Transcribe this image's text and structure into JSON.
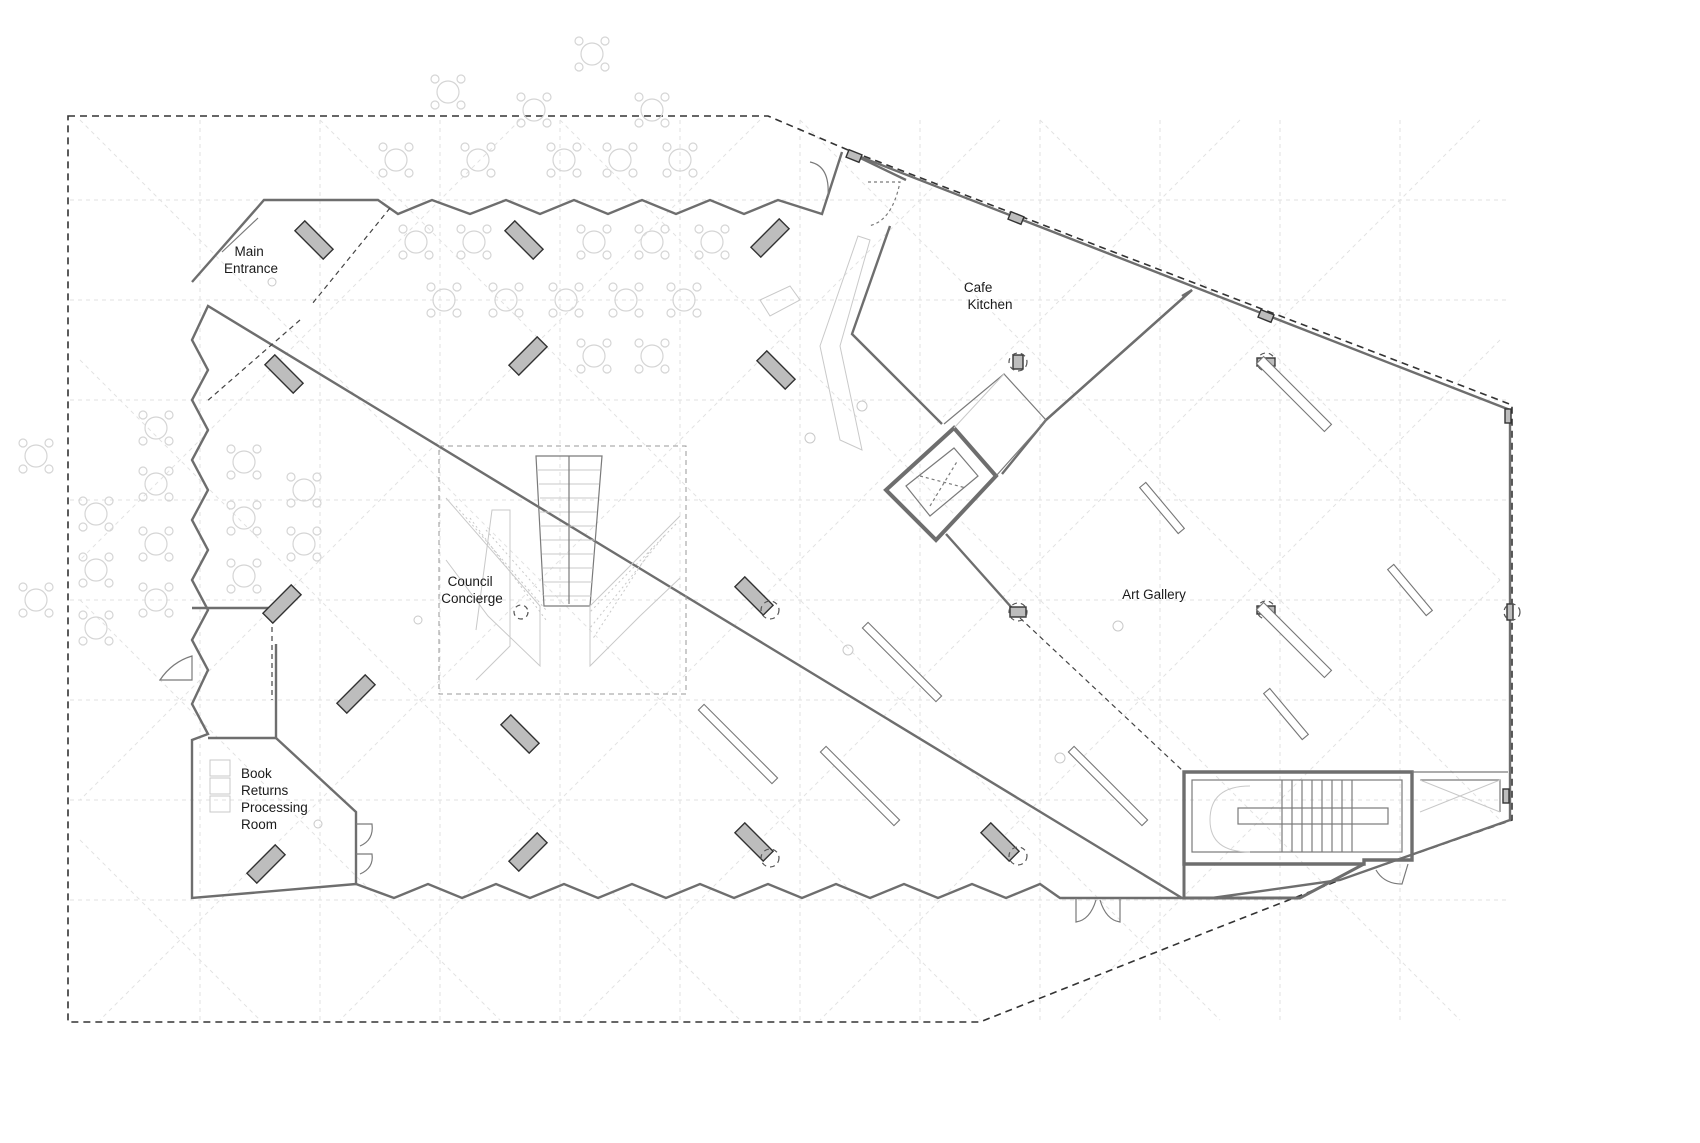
{
  "rooms": [
    {
      "id": "main-entrance",
      "lines": [
        "Main",
        "Entrance"
      ]
    },
    {
      "id": "cafe-kitchen",
      "lines": [
        "Cafe",
        "Kitchen"
      ]
    },
    {
      "id": "council-concierge",
      "lines": [
        "Council",
        "Concierge"
      ]
    },
    {
      "id": "art-gallery",
      "lines": [
        "Art Gallery"
      ]
    },
    {
      "id": "book-returns",
      "lines": [
        "Book",
        "Returns",
        "Processing",
        "Room"
      ]
    }
  ],
  "colors": {
    "wall": "#6e6e6e",
    "column_fill": "#bdbdbd",
    "boundary": "#333333",
    "grid": "#e2e2e2",
    "furniture": "#d5d5d5"
  }
}
